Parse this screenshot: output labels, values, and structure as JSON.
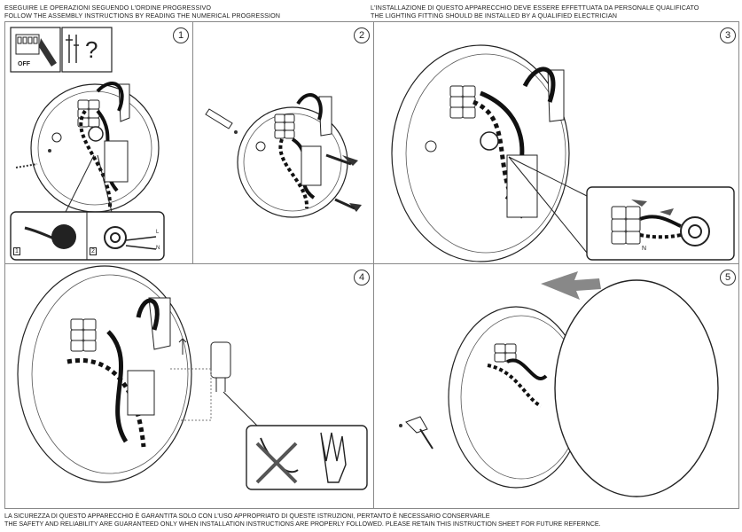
{
  "header": {
    "left_line1": "ESEGUIRE LE OPERAZIONI SEGUENDO L'ORDINE PROGRESSIVO",
    "left_line2": "FOLLOW THE ASSEMBLY INSTRUCTIONS BY READING THE NUMERICAL PROGRESSION",
    "right_line1": "L'INSTALLAZIONE DI QUESTO APPARECCHIO DEVE ESSERE EFFETTUATA DA PERSONALE QUALIFICATO",
    "right_line2": "THE LIGHTING FITTING SHOULD BE INSTALLED BY A QUALIFIED ELECTRICIAN"
  },
  "steps": [
    "1",
    "2",
    "3",
    "4",
    "5"
  ],
  "step1": {
    "off_label": "OFF",
    "question_mark": "?",
    "inset_num1": "1",
    "inset_num2": "2",
    "wire_L": "L",
    "wire_N": "N"
  },
  "step3": {
    "terminal_N": "N"
  },
  "footer": {
    "line1": "LA SICUREZZA DI QUESTO APPARECCHIO È GARANTITA SOLO CON L'USO APPROPRIATO DI QUESTE ISTRUZIONI, PERTANTO È NECESSARIO CONSERVARLE",
    "line2": "THE SAFETY AND RELIABILITY ARE GUARANTEED ONLY WHEN INSTALLATION INSTRUCTIONS ARE PROPERLY FOLLOWED. PLEASE RETAIN THIS INSTRUCTION SHEET FOR FUTURE REFERNCE."
  }
}
